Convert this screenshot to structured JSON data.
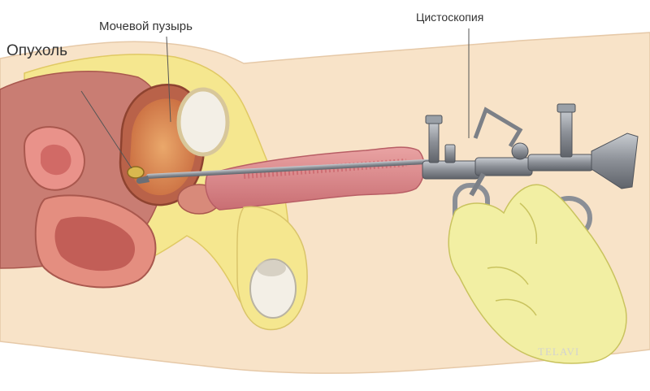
{
  "labels": {
    "tumor": "Опухоль",
    "bladder": "Мочевой пузырь",
    "cystoscope": "Цистоскопия"
  },
  "watermark": "TELAVI",
  "colors": {
    "skin": "#f8e3c8",
    "fat": "#f5e78f",
    "tissue": "#c97d73",
    "bladder_wall": "#b96249",
    "bladder_inner": "#e0915b",
    "glove": "#f2efa3",
    "instrument": "#8b8f96",
    "label_text": "#333333",
    "leader_line": "#555555"
  },
  "icons": [
    "anatomy-cross-section",
    "cystoscope-instrument",
    "gloved-hand",
    "tumor-mass"
  ]
}
